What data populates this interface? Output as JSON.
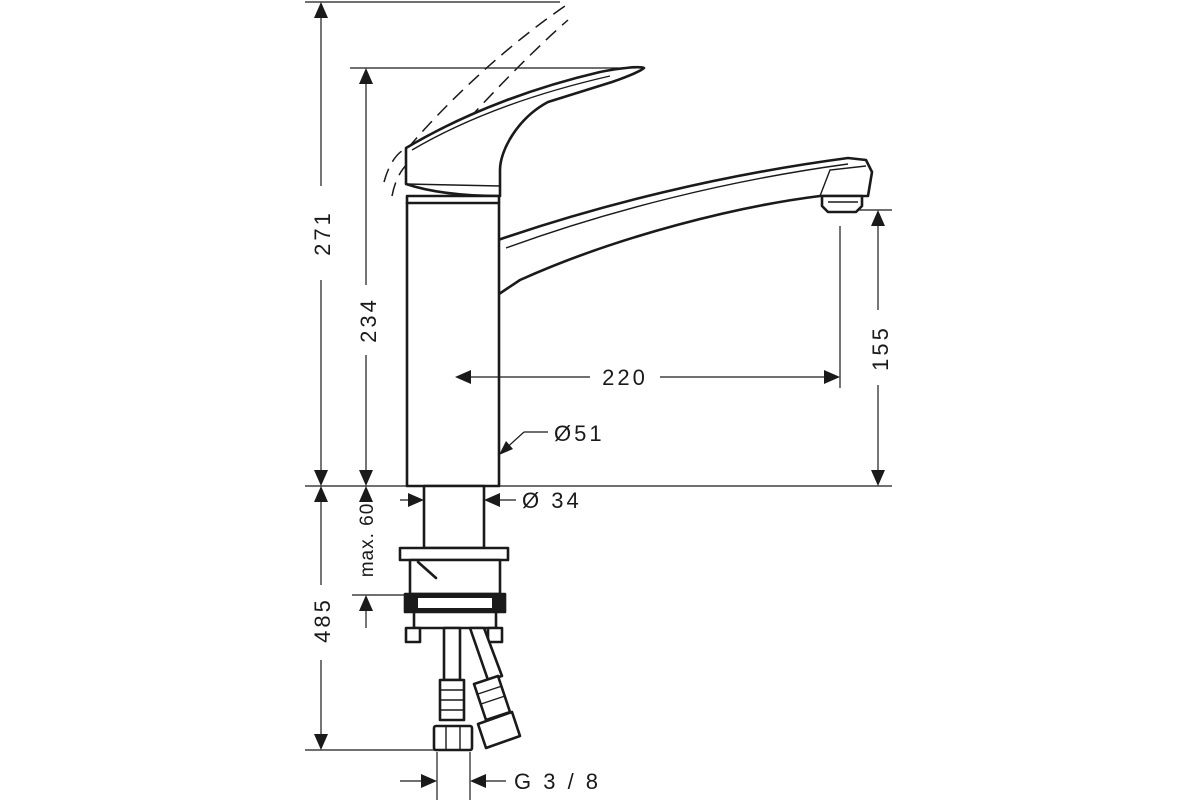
{
  "dimensions": {
    "total_height": "271",
    "handle_height": "234",
    "spout_reach": "220",
    "spout_clearance": "155",
    "body_diameter": "Ø51",
    "shank_diameter": "Ø 34",
    "max_counter_thickness": "max. 60",
    "hose_length": "485",
    "connection_thread": "G 3 / 8"
  }
}
